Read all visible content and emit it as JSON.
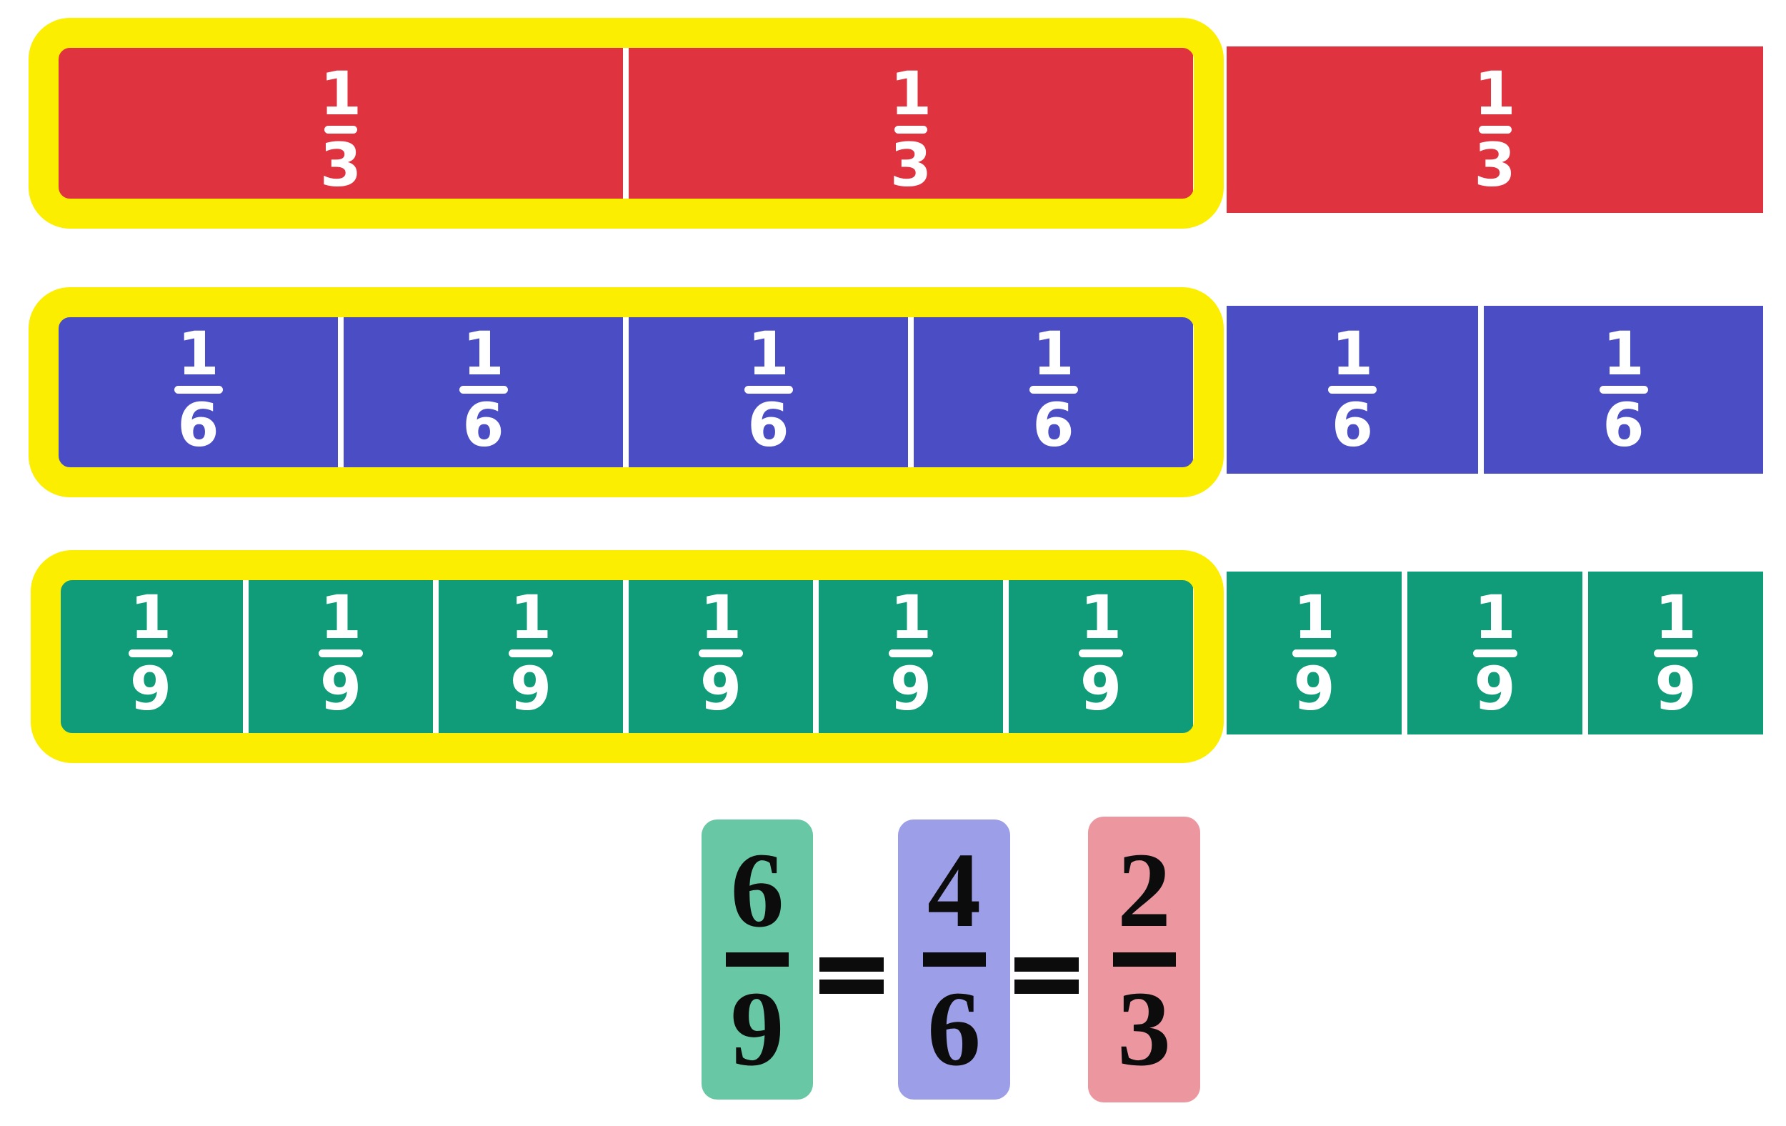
{
  "colors": {
    "red": "#E03340",
    "blue": "#4B4DC5",
    "green": "#109C78",
    "highlight": "#FBEE00",
    "eq_green": "#68C7A4",
    "eq_purple": "#9C9EE8",
    "eq_pink": "#EC97A0"
  },
  "bars": [
    {
      "name": "thirds-bar",
      "unit_fraction": "1/3",
      "total_cells": 3,
      "highlighted_cells": 2,
      "cells": [
        {
          "num": "1",
          "den": "3"
        },
        {
          "num": "1",
          "den": "3"
        },
        {
          "num": "1",
          "den": "3"
        }
      ]
    },
    {
      "name": "sixths-bar",
      "unit_fraction": "1/6",
      "total_cells": 6,
      "highlighted_cells": 4,
      "cells": [
        {
          "num": "1",
          "den": "6"
        },
        {
          "num": "1",
          "den": "6"
        },
        {
          "num": "1",
          "den": "6"
        },
        {
          "num": "1",
          "den": "6"
        },
        {
          "num": "1",
          "den": "6"
        },
        {
          "num": "1",
          "den": "6"
        }
      ]
    },
    {
      "name": "ninths-bar",
      "unit_fraction": "1/9",
      "total_cells": 9,
      "highlighted_cells": 6,
      "cells": [
        {
          "num": "1",
          "den": "9"
        },
        {
          "num": "1",
          "den": "9"
        },
        {
          "num": "1",
          "den": "9"
        },
        {
          "num": "1",
          "den": "9"
        },
        {
          "num": "1",
          "den": "9"
        },
        {
          "num": "1",
          "den": "9"
        },
        {
          "num": "1",
          "den": "9"
        },
        {
          "num": "1",
          "den": "9"
        },
        {
          "num": "1",
          "den": "9"
        }
      ]
    }
  ],
  "equation": {
    "equals": "=",
    "fractions": [
      {
        "num": "6",
        "den": "9"
      },
      {
        "num": "4",
        "den": "6"
      },
      {
        "num": "2",
        "den": "3"
      }
    ]
  }
}
